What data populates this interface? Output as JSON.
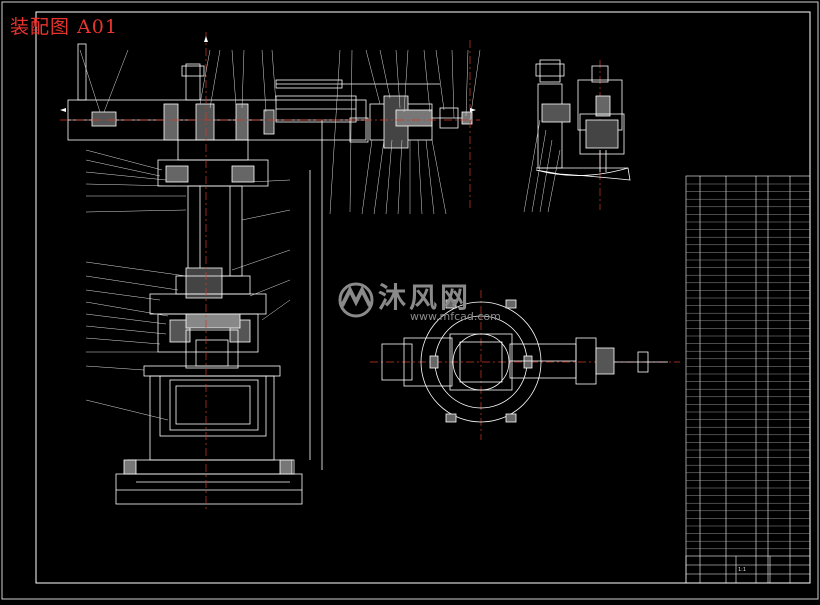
{
  "drawing": {
    "title": "装配图 A01",
    "watermark_text": "沐风网",
    "watermark_url": "www.mfcad.com",
    "scale_text": "1:1",
    "colors": {
      "background": "#000000",
      "line": "#ffffff",
      "title_red": "#e8342e",
      "watermark_gray": "#8a8a8a",
      "center_red": "#d23a2a"
    }
  },
  "icons": [
    "mfcad-logo-icon"
  ]
}
